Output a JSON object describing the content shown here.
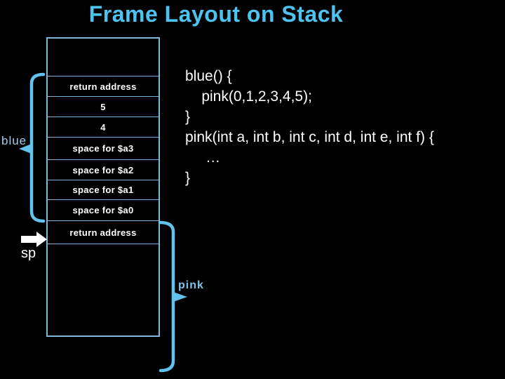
{
  "slide": {
    "title": "Frame Layout on Stack"
  },
  "stack": {
    "rows": [
      {
        "label": ""
      },
      {
        "label": "return address"
      },
      {
        "label": "5"
      },
      {
        "label": "4"
      },
      {
        "label": "space for $a3"
      },
      {
        "label": "space for $a2"
      },
      {
        "label": "space for $a1"
      },
      {
        "label": "space for $a0"
      },
      {
        "label": "return address"
      },
      {
        "label": ""
      }
    ]
  },
  "annotations": {
    "blue_label": "blue",
    "pink_label": "pink",
    "sp_label": "sp"
  },
  "code": {
    "lines": {
      "0": "blue() {",
      "1": "    pink(0,1,2,3,4,5);",
      "2": "}",
      "3": "pink(int a, int b, int c, int d, int e, int f) {",
      "4": "     …",
      "5": "}"
    }
  },
  "colors": {
    "background": "#000000",
    "title": "#4dc3f0",
    "table_border": "#7fb6da",
    "brace": "#62c3ee",
    "label_blue": "#9ccdee",
    "label_pink": "#7fc4ea",
    "arrow": "#ffffff",
    "code_text": "#ffffff"
  }
}
